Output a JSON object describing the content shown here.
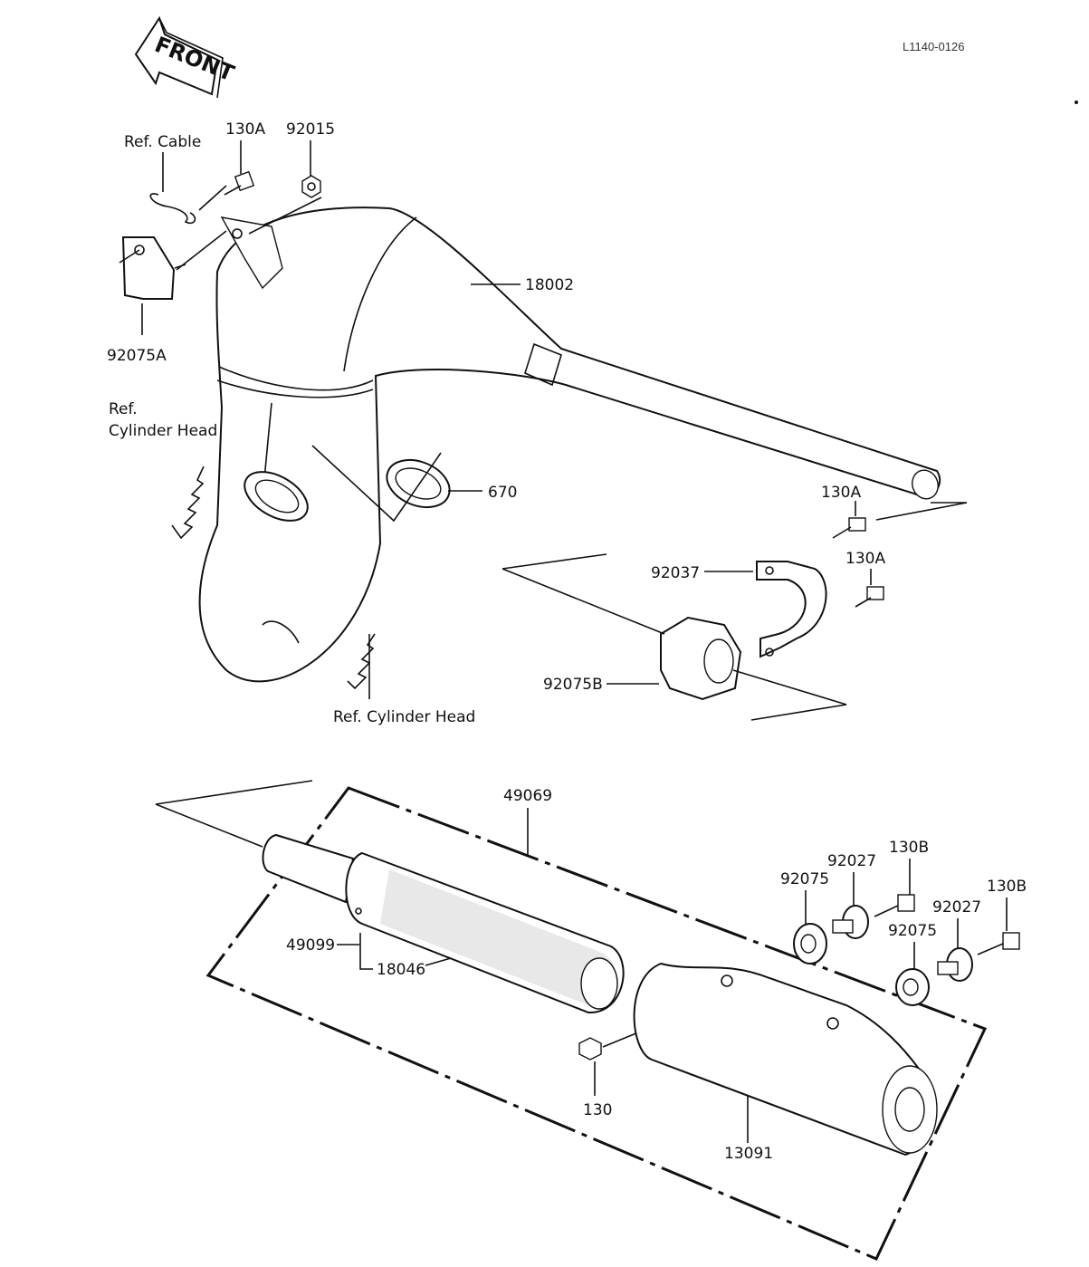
{
  "diagram": {
    "ref_code": "L1140-0126",
    "front_label": "FRONT",
    "labels": {
      "ref_cable": "Ref. Cable",
      "p130a_top": "130A",
      "p92015": "92015",
      "p18002": "18002",
      "p92075a": "92075A",
      "ref_cyl_head_1a": "Ref.",
      "ref_cyl_head_1b": "Cylinder Head",
      "p670": "670",
      "p130a_right1": "130A",
      "p130a_right2": "130A",
      "p92037": "92037",
      "p92075b": "92075B",
      "ref_cyl_head_2": "Ref. Cylinder Head",
      "p49069": "49069",
      "p49099": "49099",
      "p18046": "18046",
      "p130": "130",
      "p13091": "13091",
      "p92075_1": "92075",
      "p92027_1": "92027",
      "p130b_1": "130B",
      "p92075_2": "92075",
      "p92027_2": "92027",
      "p130b_2": "130B"
    }
  }
}
